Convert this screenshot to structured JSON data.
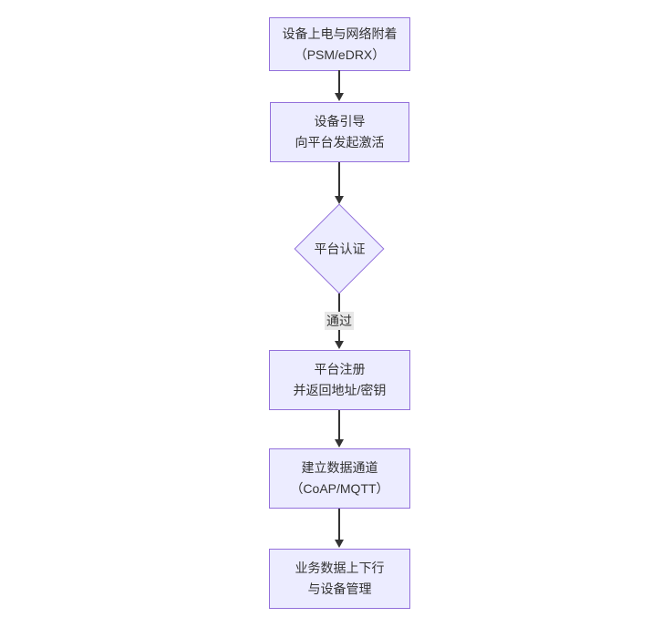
{
  "diagram": {
    "type": "flowchart",
    "direction": "top-down",
    "nodes": [
      {
        "id": "power-attach",
        "shape": "rect",
        "lines": [
          "设备上电与网络附着",
          "（PSM/eDRX）"
        ]
      },
      {
        "id": "bootstrap",
        "shape": "rect",
        "lines": [
          "设备引导",
          "向平台发起激活"
        ]
      },
      {
        "id": "platform-auth",
        "shape": "diamond",
        "lines": [
          "平台认证"
        ]
      },
      {
        "id": "platform-register",
        "shape": "rect",
        "lines": [
          "平台注册",
          "并返回地址/密钥"
        ]
      },
      {
        "id": "data-channel",
        "shape": "rect",
        "lines": [
          "建立数据通道",
          "（CoAP/MQTT）"
        ]
      },
      {
        "id": "business-data",
        "shape": "rect",
        "lines": [
          "业务数据上下行",
          "与设备管理"
        ]
      }
    ],
    "edges": [
      {
        "from": "power-attach",
        "to": "bootstrap",
        "label": ""
      },
      {
        "from": "bootstrap",
        "to": "platform-auth",
        "label": ""
      },
      {
        "from": "platform-auth",
        "to": "platform-register",
        "label": "通过"
      },
      {
        "from": "platform-register",
        "to": "data-channel",
        "label": ""
      },
      {
        "from": "data-channel",
        "to": "business-data",
        "label": ""
      }
    ],
    "colors": {
      "node_fill": "#ECECFF",
      "node_border": "#9370DB",
      "text_color": "#333333",
      "arrow_color": "#333333",
      "edge_label_bg": "#e8e8e8",
      "canvas_bg": "#ffffff"
    }
  }
}
